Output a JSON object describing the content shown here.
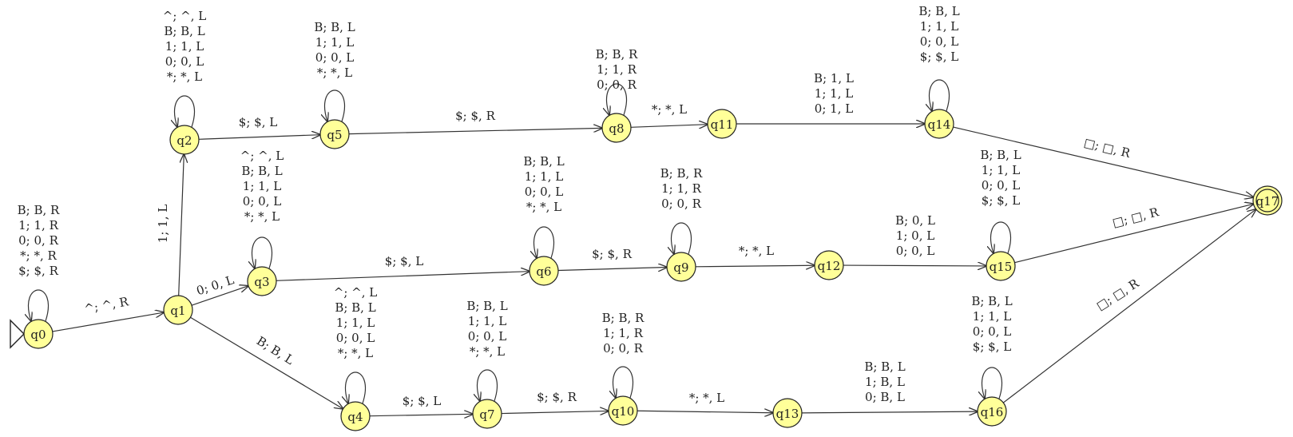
{
  "states": [
    {
      "id": "q0",
      "label": "q0",
      "initial": true
    },
    {
      "id": "q1",
      "label": "q1"
    },
    {
      "id": "q2",
      "label": "q2"
    },
    {
      "id": "q3",
      "label": "q3"
    },
    {
      "id": "q4",
      "label": "q4"
    },
    {
      "id": "q5",
      "label": "q5"
    },
    {
      "id": "q6",
      "label": "q6"
    },
    {
      "id": "q7",
      "label": "q7"
    },
    {
      "id": "q8",
      "label": "q8"
    },
    {
      "id": "q9",
      "label": "q9"
    },
    {
      "id": "q10",
      "label": "q10"
    },
    {
      "id": "q11",
      "label": "q11"
    },
    {
      "id": "q12",
      "label": "q12"
    },
    {
      "id": "q13",
      "label": "q13"
    },
    {
      "id": "q14",
      "label": "q14"
    },
    {
      "id": "q15",
      "label": "q15"
    },
    {
      "id": "q16",
      "label": "q16"
    },
    {
      "id": "q17",
      "label": "q17",
      "final": true
    }
  ],
  "loops": [
    {
      "state": "q0",
      "labels": [
        "B; B, R",
        "1; 1, R",
        "0; 0, R",
        "*; *, R",
        "$; $, R"
      ]
    },
    {
      "state": "q2",
      "labels": [
        "^; ^, L",
        "B; B, L",
        "1; 1, L",
        "0; 0, L",
        "*; *, L"
      ]
    },
    {
      "state": "q3",
      "labels": [
        "^; ^, L",
        "B; B, L",
        "1; 1, L",
        "0; 0, L",
        "*; *, L"
      ]
    },
    {
      "state": "q4",
      "labels": [
        "^; ^, L",
        "B; B, L",
        "1; 1, L",
        "0; 0, L",
        "*; *, L"
      ]
    },
    {
      "state": "q5",
      "labels": [
        "B; B, L",
        "1; 1, L",
        "0; 0, L",
        "*; *, L"
      ]
    },
    {
      "state": "q6",
      "labels": [
        "B; B, L",
        "1; 1, L",
        "0; 0, L",
        "*; *, L"
      ]
    },
    {
      "state": "q7",
      "labels": [
        "B; B, L",
        "1; 1, L",
        "0; 0, L",
        "*; *, L"
      ]
    },
    {
      "state": "q8",
      "labels": [
        "B; B, R",
        "1; 1, R",
        "0; 0, R"
      ]
    },
    {
      "state": "q9",
      "labels": [
        "B; B, R",
        "1; 1, R",
        "0; 0, R"
      ]
    },
    {
      "state": "q10",
      "labels": [
        "B; B, R",
        "1; 1, R",
        "0; 0, R"
      ]
    },
    {
      "state": "q14",
      "labels": [
        "B; B, L",
        "1; 1, L",
        "0; 0, L",
        "$; $, L"
      ]
    },
    {
      "state": "q15",
      "labels": [
        "B; B, L",
        "1; 1, L",
        "0; 0, L",
        "$; $, L"
      ]
    },
    {
      "state": "q16",
      "labels": [
        "B; B, L",
        "1; 1, L",
        "0; 0, L",
        "$; $, L"
      ]
    }
  ],
  "transitions": [
    {
      "from": "q0",
      "to": "q1",
      "labels": [
        "^; ^, R"
      ]
    },
    {
      "from": "q1",
      "to": "q2",
      "labels": [
        "1; 1, L"
      ]
    },
    {
      "from": "q1",
      "to": "q3",
      "labels": [
        "0; 0, L"
      ]
    },
    {
      "from": "q1",
      "to": "q4",
      "labels": [
        "B; B, L"
      ]
    },
    {
      "from": "q2",
      "to": "q5",
      "labels": [
        "$; $, L"
      ]
    },
    {
      "from": "q3",
      "to": "q6",
      "labels": [
        "$; $, L"
      ]
    },
    {
      "from": "q4",
      "to": "q7",
      "labels": [
        "$; $, L"
      ]
    },
    {
      "from": "q5",
      "to": "q8",
      "labels": [
        "$; $, R"
      ]
    },
    {
      "from": "q6",
      "to": "q9",
      "labels": [
        "$; $, R"
      ]
    },
    {
      "from": "q7",
      "to": "q10",
      "labels": [
        "$; $, R"
      ]
    },
    {
      "from": "q8",
      "to": "q11",
      "labels": [
        "*; *, L"
      ]
    },
    {
      "from": "q9",
      "to": "q12",
      "labels": [
        "*; *, L"
      ]
    },
    {
      "from": "q10",
      "to": "q13",
      "labels": [
        "*; *, L"
      ]
    },
    {
      "from": "q11",
      "to": "q14",
      "labels": [
        "B; 1, L",
        "1; 1, L",
        "0; 1, L"
      ]
    },
    {
      "from": "q12",
      "to": "q15",
      "labels": [
        "B; 0, L",
        "1; 0, L",
        "0; 0, L"
      ]
    },
    {
      "from": "q13",
      "to": "q16",
      "labels": [
        "B; B, L",
        "1; B, L",
        "0; B, L"
      ]
    },
    {
      "from": "q14",
      "to": "q17",
      "labels": [
        "□; □, R"
      ]
    },
    {
      "from": "q15",
      "to": "q17",
      "labels": [
        "□; □, R"
      ]
    },
    {
      "from": "q16",
      "to": "q17",
      "labels": [
        "□; □, R"
      ]
    }
  ]
}
